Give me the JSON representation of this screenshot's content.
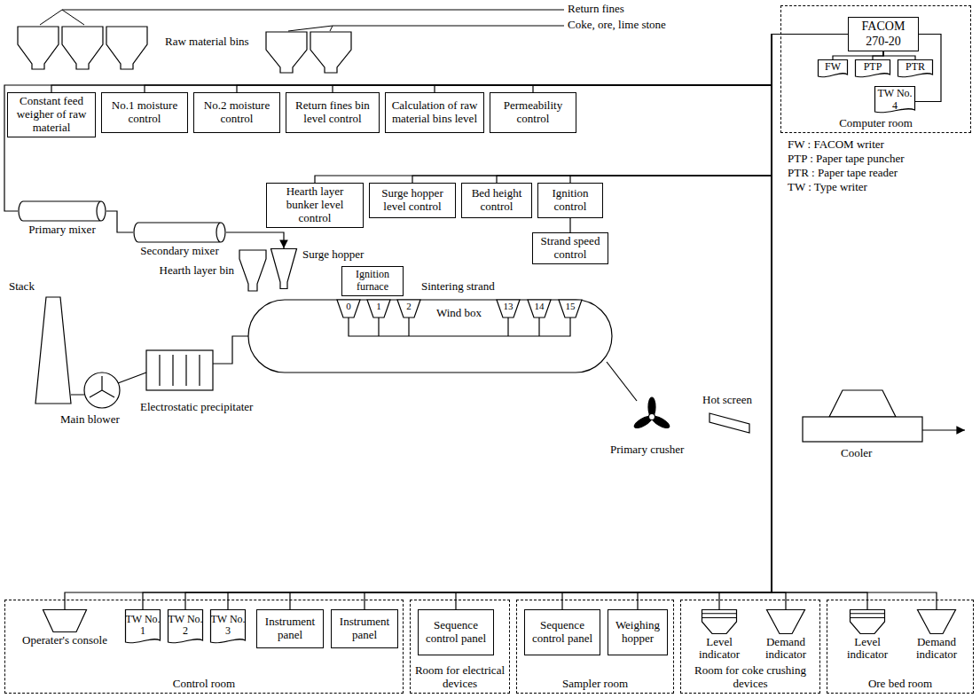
{
  "diagram": {
    "nodes": [
      {
        "text": [
          "Computer room"
        ]
      },
      {
        "text": [
          "FACOM 270-20"
        ],
        "in": 0
      },
      {
        "text": [
          "FW"
        ],
        "in": 0
      },
      {
        "text": [
          "PTP"
        ],
        "in": 0
      },
      {
        "text": [
          "PTR"
        ],
        "in": 0
      },
      {
        "text": [
          "TW No. 4"
        ],
        "in": 0
      },
      {
        "text": [
          "Constant feed weigher of raw material"
        ]
      },
      {
        "text": [
          "No.1 moisture control"
        ]
      },
      {
        "text": [
          "No.2 moisture control"
        ]
      },
      {
        "text": [
          "Return fines bin level control"
        ]
      },
      {
        "text": [
          "Calculation of raw material bins level"
        ]
      },
      {
        "text": [
          "Permeability control"
        ]
      },
      {
        "text": [
          "Hearth layer bunker level control"
        ]
      },
      {
        "text": [
          "Surge hopper level control"
        ]
      },
      {
        "text": [
          "Bed height control"
        ]
      },
      {
        "text": [
          "Ignition control"
        ]
      },
      {
        "text": [
          "Strand speed control"
        ]
      },
      {
        "text": [
          "Primary mixer"
        ]
      },
      {
        "text": [
          "Secondary mixer"
        ]
      },
      {
        "text": [
          "Surge hopper"
        ]
      },
      {
        "text": [
          "Ignition furnace"
        ]
      },
      {
        "text": [
          "Control room"
        ]
      },
      {
        "text": [
          "Operater's console"
        ],
        "in": 21
      },
      {
        "text": [
          "TW No. 1"
        ],
        "in": 21
      },
      {
        "text": [
          "TW No. 2"
        ],
        "in": 21
      },
      {
        "text": [
          "TW No. 3"
        ],
        "in": 21
      },
      {
        "text": [
          "Instrument panel"
        ],
        "in": 21
      },
      {
        "text": [
          "Instrument panel"
        ],
        "in": 21
      },
      {
        "text": [
          "Room for electrical devices"
        ]
      },
      {
        "text": [
          "Sequence control panel"
        ],
        "in": 28
      },
      {
        "text": [
          "Sampler room"
        ]
      },
      {
        "text": [
          "Sequence control panel"
        ],
        "in": 30
      },
      {
        "text": [
          "Weighing hopper"
        ],
        "in": 30
      },
      {
        "text": [
          "Room for coke crushing devices"
        ]
      },
      {
        "text": [
          "Level indicator"
        ],
        "in": 33
      },
      {
        "text": [
          "Demand indicator"
        ],
        "in": 33
      },
      {
        "text": [
          "Ore bed room"
        ]
      },
      {
        "text": [
          "Level indicator"
        ],
        "in": 36
      },
      {
        "text": [
          "Demand indicator"
        ],
        "in": 36
      }
    ],
    "edges": [
      {
        "from": 1,
        "to": 2,
        "arrow": "none"
      },
      {
        "from": 1,
        "to": 3,
        "arrow": "none"
      },
      {
        "from": 1,
        "to": 4,
        "arrow": "none"
      },
      {
        "from": 1,
        "to": 5,
        "arrow": "none"
      },
      {
        "from": 1,
        "to": 6,
        "arrow": "none"
      },
      {
        "from": 1,
        "to": 7,
        "arrow": "none"
      },
      {
        "from": 1,
        "to": 8,
        "arrow": "none"
      },
      {
        "from": 1,
        "to": 9,
        "arrow": "none"
      },
      {
        "from": 1,
        "to": 10,
        "arrow": "none"
      },
      {
        "from": 1,
        "to": 11,
        "arrow": "none"
      },
      {
        "from": 1,
        "to": 12,
        "arrow": "none"
      },
      {
        "from": 1,
        "to": 13,
        "arrow": "none"
      },
      {
        "from": 1,
        "to": 14,
        "arrow": "none"
      },
      {
        "from": 1,
        "to": 15,
        "arrow": "none"
      },
      {
        "from": 15,
        "to": 16,
        "arrow": "none"
      },
      {
        "from": 1,
        "to": 17,
        "arrow": "none"
      },
      {
        "from": 17,
        "to": 18,
        "arrow": "none"
      },
      {
        "from": 18,
        "to": 19,
        "arrow": "to"
      },
      {
        "from": 1,
        "to": 22,
        "arrow": "none"
      },
      {
        "from": 1,
        "to": 23,
        "arrow": "none"
      },
      {
        "from": 1,
        "to": 24,
        "arrow": "none"
      },
      {
        "from": 1,
        "to": 25,
        "arrow": "none"
      },
      {
        "from": 1,
        "to": 26,
        "arrow": "none"
      },
      {
        "from": 1,
        "to": 27,
        "arrow": "none"
      },
      {
        "from": 1,
        "to": 29,
        "arrow": "none"
      },
      {
        "from": 1,
        "to": 31,
        "arrow": "none"
      },
      {
        "from": 1,
        "to": 32,
        "arrow": "none"
      },
      {
        "from": 1,
        "to": 34,
        "arrow": "none"
      },
      {
        "from": 1,
        "to": 35,
        "arrow": "none"
      },
      {
        "from": 1,
        "to": 37,
        "arrow": "none"
      },
      {
        "from": 1,
        "to": 38,
        "arrow": "none"
      }
    ],
    "labels": [
      "Return fines",
      "Coke, ore, lime stone",
      "Raw material bins",
      "Hearth layer bin",
      "Sintering strand",
      "Wind box",
      "0",
      "1",
      "2",
      "13",
      "14",
      "15",
      "Stack",
      "Main blower",
      "Electrostatic precipitater",
      "Primary crusher",
      "Hot screen",
      "Cooler",
      "FW : FACOM writer",
      "PTP : Paper tape puncher",
      "PTR : Paper tape reader",
      "TW : Type writer"
    ]
  }
}
